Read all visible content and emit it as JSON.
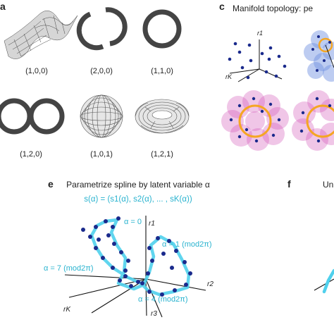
{
  "figure": {
    "panel_letters": {
      "a": "a",
      "c": "c",
      "e": "e",
      "f": "f"
    },
    "panel_a": {
      "labels": [
        "(1,0,0)",
        "(2,0,0)",
        "(1,1,0)",
        "(1,2,0)",
        "(1,0,1)",
        "(1,2,1)"
      ]
    },
    "panel_c": {
      "title": "Manifold topology: pe",
      "axis_r1": "r1",
      "axis_rk": "rK"
    },
    "panel_e": {
      "title": "Parametrize spline by latent variable α",
      "equation": "s(α) = (s1(α), s2(α), ... , sK(α))",
      "annotations": [
        "α = 0",
        "α = 1 (mod2π)",
        "α = 7 (mod2π)",
        "α = 4 (mod2π)"
      ],
      "axes": {
        "r1": "r1",
        "r2": "r2",
        "r3": "r3",
        "rk": "rK"
      }
    },
    "panel_f": {
      "title_fragment": "Un"
    },
    "colors": {
      "cyan": "#29b3cf",
      "navy": "#1a2a8c",
      "orange": "#f5a623",
      "magenta": "#c13aa9"
    }
  }
}
